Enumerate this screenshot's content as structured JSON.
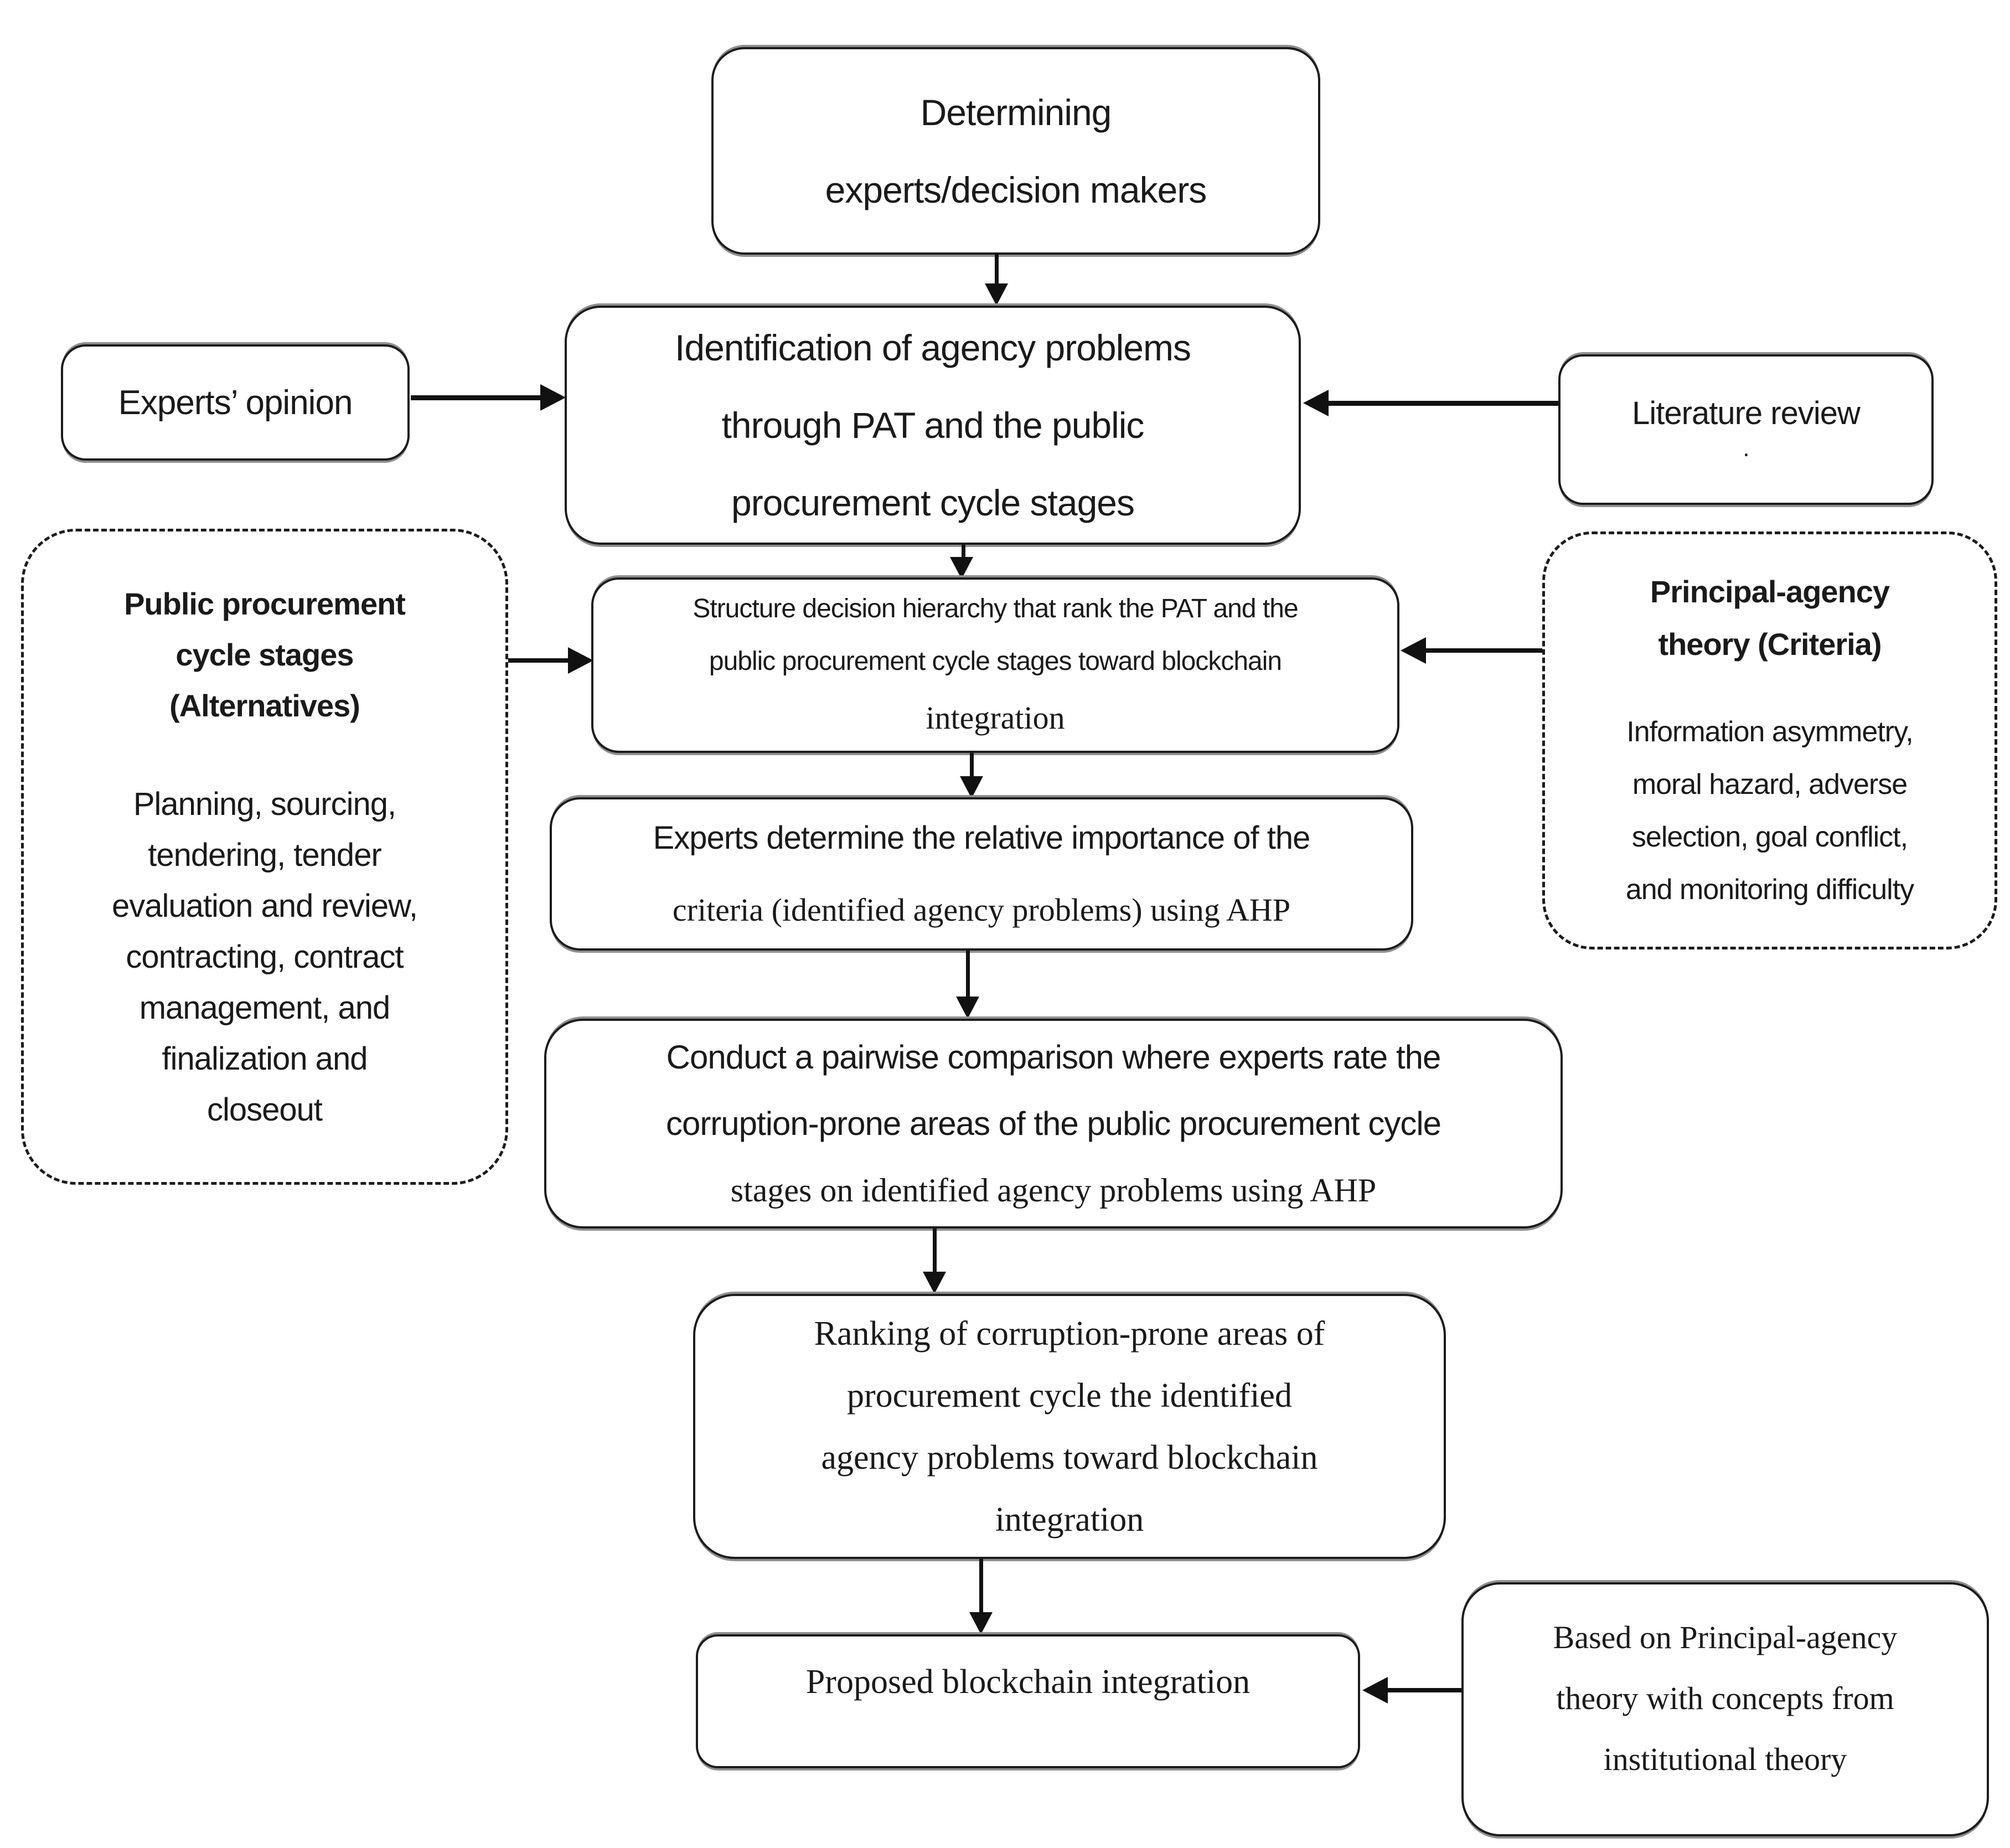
{
  "diagram": {
    "boxes": {
      "determining": {
        "text": "Determining\nexperts/decision makers"
      },
      "experts_opinion": {
        "text": "Experts’ opinion"
      },
      "identification": {
        "text": "Identification of agency problems\nthrough PAT and the public\nprocurement cycle stages"
      },
      "literature_review": {
        "text": "Literature review",
        "dot": "."
      },
      "public_procurement": {
        "title": "Public procurement\ncycle stages\n(Alternatives)",
        "body": "Planning, sourcing,\ntendering, tender\nevaluation and review,\ncontracting, contract\nmanagement, and\nfinalization and\ncloseout"
      },
      "principal_agency": {
        "title": "Principal-agency\ntheory (Criteria)",
        "body": "Information asymmetry,\nmoral hazard, adverse\nselection, goal conflict,\nand monitoring difficulty"
      },
      "structure_hierarchy": {
        "line1": "Structure decision hierarchy that rank the PAT and the",
        "line2": "public procurement cycle stages toward blockchain",
        "line3": "integration"
      },
      "experts_determine": {
        "line1": "Experts determine the relative importance of the",
        "line2": "criteria (identified agency problems) using AHP"
      },
      "pairwise_comparison": {
        "line1": "Conduct a pairwise comparison where experts rate the",
        "line2": "corruption-prone areas of the public procurement cycle",
        "line3": "stages on identified agency problems using AHP"
      },
      "ranking": {
        "text": "Ranking of corruption-prone areas of\nprocurement cycle the identified\nagency problems toward blockchain\nintegration"
      },
      "proposed": {
        "text": "Proposed blockchain integration"
      },
      "based_on": {
        "text": "Based on Principal-agency\ntheory with concepts from\ninstitutional theory"
      }
    },
    "colors": {
      "background": "#ffffff",
      "border": "#1c1c1c",
      "text": "#1a1a1a",
      "arrow": "#111111",
      "shadow": "#8f8f8f"
    }
  }
}
